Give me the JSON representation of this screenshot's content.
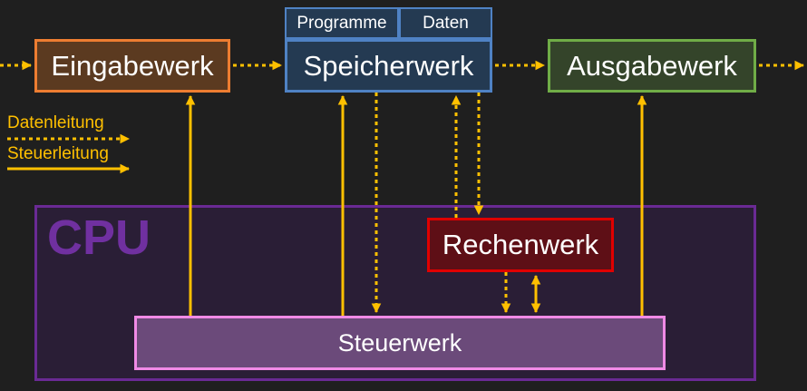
{
  "diagram": {
    "eingabewerk": "Eingabewerk",
    "speicherwerk": "Speicherwerk",
    "programme": "Programme",
    "daten": "Daten",
    "ausgabewerk": "Ausgabewerk",
    "cpu": "CPU",
    "rechenwerk": "Rechenwerk",
    "steuerwerk": "Steuerwerk"
  },
  "legend": {
    "datenleitung": "Datenleitung",
    "steuerleitung": "Steuerleitung"
  },
  "colors": {
    "background": "#1f1f1f",
    "connector": "#ffc000",
    "eingabewerk_border": "#ed7d31",
    "speicherwerk_border": "#4f82c4",
    "ausgabewerk_border": "#70ad47",
    "cpu_border": "#6a2a94",
    "rechenwerk_border": "#e00000",
    "steuerwerk_border": "#f08ae6"
  }
}
